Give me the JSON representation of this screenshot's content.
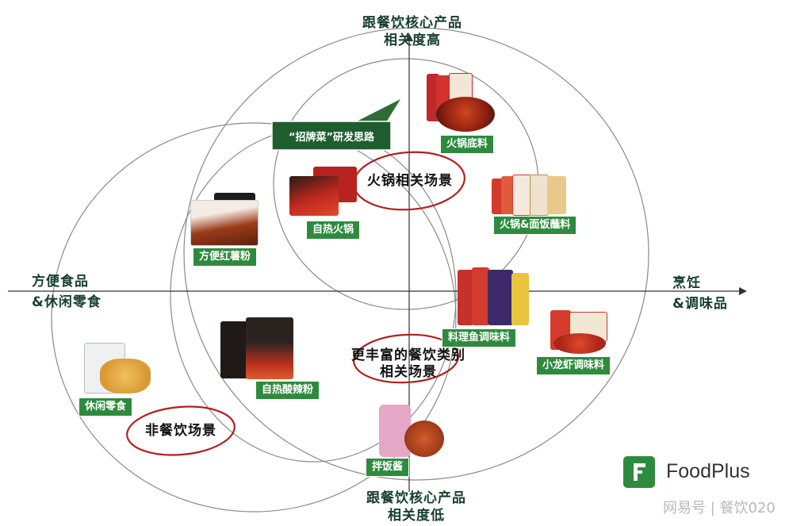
{
  "axes": {
    "top": [
      "跟餐饮核心产品",
      "相关度高"
    ],
    "bottom": [
      "跟餐饮核心产品",
      "相关度低"
    ],
    "left": [
      "方便食品",
      "&休闲零食"
    ],
    "right": [
      "烹饪",
      "&调味品"
    ]
  },
  "callout": {
    "text": "“招牌菜”研发思路"
  },
  "scenes": {
    "hotpot": "火锅相关场景",
    "richer": [
      "更丰富的餐饮类别",
      "相关场景"
    ],
    "non_dining": "非餐饮场景"
  },
  "products": {
    "hotpot_base": "火锅底料",
    "noodle_base": "火锅&面饭蘸料",
    "self_heat_hotpot": "自热火锅",
    "sweet_potato_noodle": "方便红薯粉",
    "fish_seasoning": "料理鱼调味料",
    "crayfish_seasoning": "小龙虾调味料",
    "hot_sour_noodle": "自热酸辣粉",
    "snack": "休闲零食",
    "rice_sauce": "拌饭酱"
  },
  "brand": {
    "name": "FoodPlus"
  },
  "watermark": {
    "text": "网易号 | 餐饮020"
  },
  "colors": {
    "tag_green": "#2e8b3d",
    "callout_green": "#1f5d2e",
    "scene_ring": "#b02020",
    "axis_text": "#17402e"
  }
}
